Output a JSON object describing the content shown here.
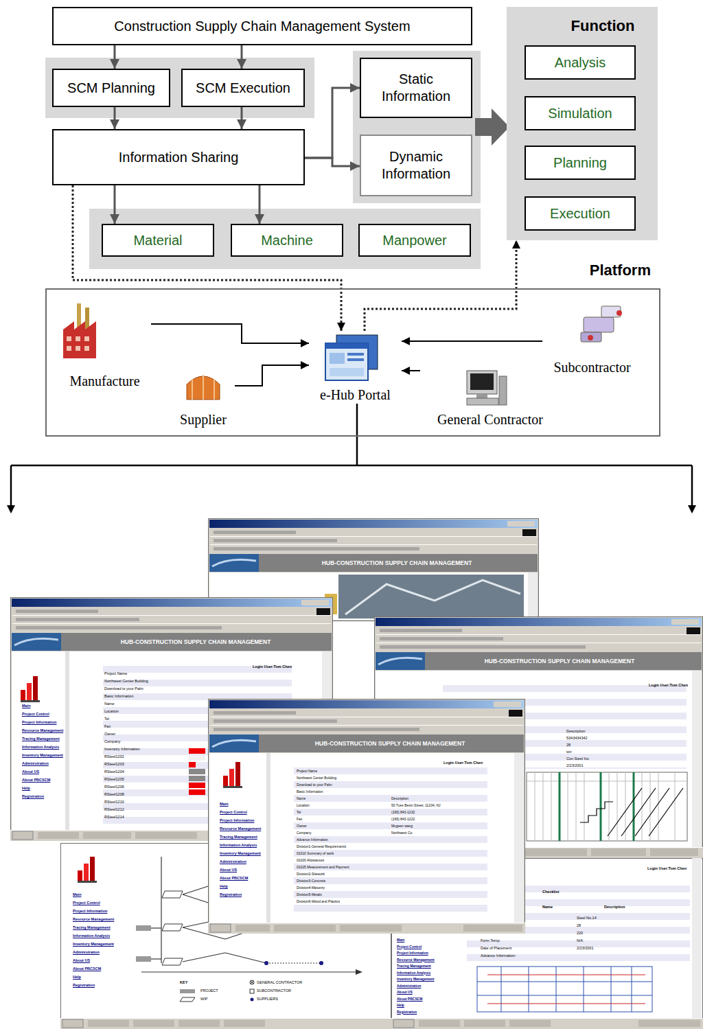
{
  "diagram": {
    "nodes": [
      {
        "text": [
          "Construction Supply Chain Management System"
        ]
      },
      {
        "text": [
          "SCM Planning"
        ]
      },
      {
        "text": [
          "SCM Execution"
        ]
      },
      {
        "text": [
          "Information Sharing"
        ]
      },
      {
        "text": [
          "Static Information"
        ]
      },
      {
        "text": [
          "Dynamic Information"
        ]
      },
      {
        "text": [
          "Material"
        ]
      },
      {
        "text": [
          "Machine"
        ]
      },
      {
        "text": [
          "Manpower"
        ]
      },
      {
        "text": [
          "Function"
        ]
      },
      {
        "text": [
          "Analysis"
        ],
        "in": 9
      },
      {
        "text": [
          "Simulation"
        ],
        "in": 9
      },
      {
        "text": [
          "Planning"
        ],
        "in": 9
      },
      {
        "text": [
          "Execution"
        ],
        "in": 9
      },
      {
        "text": [
          "Platform"
        ]
      },
      {
        "text": [
          "Manufacture"
        ],
        "in": 14
      },
      {
        "text": [
          "Supplier"
        ],
        "in": 14
      },
      {
        "text": [
          "e-Hub Portal"
        ],
        "in": 14
      },
      {
        "text": [
          "Subcontractor"
        ],
        "in": 14
      },
      {
        "text": [
          "General Contractor"
        ],
        "in": 14
      }
    ],
    "edges": [
      {
        "from": 0,
        "to": 1,
        "arrow": "to"
      },
      {
        "from": 0,
        "to": 2,
        "arrow": "to"
      },
      {
        "from": 1,
        "to": 3,
        "arrow": "to"
      },
      {
        "from": 2,
        "to": 3,
        "arrow": "to"
      },
      {
        "from": 3,
        "to": 4,
        "arrow": "to"
      },
      {
        "from": 3,
        "to": 5,
        "arrow": "to"
      },
      {
        "from": 3,
        "to": 6,
        "arrow": "to"
      },
      {
        "from": 3,
        "to": 7,
        "arrow": "to"
      },
      {
        "from": 3,
        "to": 17,
        "arrow": "to"
      },
      {
        "from": 17,
        "to": 9,
        "arrow": "to"
      },
      {
        "from": 15,
        "to": 17,
        "arrow": "to"
      },
      {
        "from": 16,
        "to": 17,
        "arrow": "to"
      },
      {
        "from": 18,
        "to": 17,
        "arrow": "to"
      },
      {
        "from": 19,
        "to": 17,
        "arrow": "to"
      }
    ],
    "labels": [
      "HUB-CONSTRUCTION SUPPLY CHAIN MANAGEMENT",
      "HUB-CONSTRUCTION SUPPLY CHAIN MANAGEMENT",
      "Main",
      "Project Control",
      "Project Information",
      "Resource Management",
      "Tracing Management",
      "Information Analysis",
      "Inventory Management",
      "Administration",
      "About US",
      "About PBCSCM",
      "Help",
      "Registration",
      "Login User:Tom Chen",
      "Project Name",
      "Northwest Center Building",
      "Download to your Palm",
      "Basic Information",
      "Name",
      "Location",
      "Tel",
      "Fax",
      "Owner",
      "Company",
      "Inventory Information",
      "RSteel1202",
      "RSteel1203",
      "RSteel1204",
      "RSteel1205",
      "RSteel1206",
      "RSteel1208",
      "RSteel1210",
      "RSteel1212",
      "RSteel1214",
      "HUB-CONSTRUCTION SUPPLY CHAIN MANAGEMENT",
      "Login User:Tom Chen",
      "Description",
      "5343434342",
      "28",
      "ton",
      "Con Steel Inc",
      "2/23/2001",
      "HUB-CONSTRUCTION SUPPLY CHAIN MANAGEMENT",
      "Main",
      "Project Control",
      "Project Information",
      "Resource Management",
      "Tracing Management",
      "Information Analysis",
      "Inventory Management",
      "Administration",
      "About US",
      "About PBCSCM",
      "Help",
      "Registration",
      "Login User:Tom Chen",
      "Project Name",
      "Northwest Center Building",
      "Download to your Palm",
      "Basic Information",
      "Name",
      "Location",
      "Tel",
      "Fax",
      "Owner",
      "Company",
      "Advance Information",
      "Division1-General Requirements",
      "01010 Summary of work",
      "01020 Allowances",
      "01025 Measurement and Payment",
      "Division2-Sitework",
      "Division3-Concrete",
      "Division4-Masonry",
      "Division5-Metals",
      "Division6-Wood and Plastics",
      "Description",
      "50 Tues Besin Street, 11234, NJ",
      "(165) 843-1232",
      "(165) 843-1222",
      "Mcgeen wang",
      "Northwest Co",
      "Main",
      "Project Control",
      "Project Information",
      "Resource Management",
      "Tracing Management",
      "Information Analysis",
      "Inventory Management",
      "Administration",
      "About US",
      "About PBCSCM",
      "Help",
      "Registration",
      "KEY",
      "PROJECT",
      "WIP",
      "GENERAL CONTRACTOR",
      "SUBCONTRACTOR",
      "SUPPLIERS",
      "Login User:Tom Chen",
      "Checklist",
      "Name",
      "Description",
      "Form Temp",
      "Date of Placement",
      "Advance Information",
      "Steel No.14",
      "28",
      "220",
      "N/A",
      "2/23/2001",
      "Main",
      "Project Control",
      "Project Information",
      "Resource Management",
      "Tracing Management",
      "Information Analysis",
      "Inventory Management",
      "Administration",
      "About US",
      "About PBCSCM",
      "Help",
      "Registration"
    ]
  }
}
